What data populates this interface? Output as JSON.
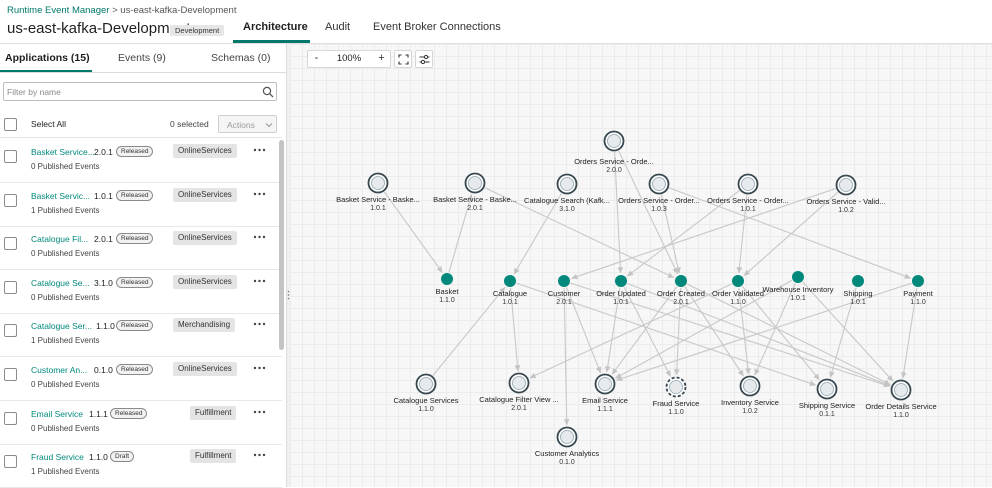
{
  "header": {
    "breadcrumb_link": "Runtime Event Manager",
    "breadcrumb_sep": ">",
    "breadcrumb_current": "us-east-kafka-Development",
    "title": "us-east-kafka-Development",
    "env_badge": "Development",
    "tabs": [
      {
        "label": "Architecture",
        "active": true
      },
      {
        "label": "Audit",
        "active": false
      },
      {
        "label": "Event Broker Connections",
        "active": false
      }
    ]
  },
  "left_panel": {
    "tabs": [
      {
        "label": "Applications (15)",
        "active": true
      },
      {
        "label": "Events (9)",
        "active": false
      },
      {
        "label": "Schemas (0)",
        "active": false
      }
    ],
    "filter_placeholder": "Filter by name",
    "select_all_label": "Select All",
    "selected_count": "0 selected",
    "actions_label": "Actions",
    "applications": [
      {
        "name": "Basket Service...",
        "version": "2.0.1",
        "state": "Released",
        "domain": "OnlineServices",
        "events": "0 Published Events"
      },
      {
        "name": "Basket Servic...",
        "version": "1.0.1",
        "state": "Released",
        "domain": "OnlineServices",
        "events": "1 Published Events"
      },
      {
        "name": "Catalogue Fil...",
        "version": "2.0.1",
        "state": "Released",
        "domain": "OnlineServices",
        "events": "0 Published Events"
      },
      {
        "name": "Catalogue Se...",
        "version": "3.1.0",
        "state": "Released",
        "domain": "OnlineServices",
        "events": "0 Published Events"
      },
      {
        "name": "Catalogue Ser...",
        "version": "1.1.0",
        "state": "Released",
        "domain": "Merchandising",
        "events": "1 Published Events"
      },
      {
        "name": "Customer An...",
        "version": "0.1.0",
        "state": "Released",
        "domain": "OnlineServices",
        "events": "0 Published Events"
      },
      {
        "name": "Email Service",
        "version": "1.1.1",
        "state": "Released",
        "domain": "Fulfillment",
        "events": "0 Published Events"
      },
      {
        "name": "Fraud Service",
        "version": "1.1.0",
        "state": "Draft",
        "domain": "Fulfillment",
        "events": "1 Published Events"
      }
    ]
  },
  "canvas": {
    "zoom_out": "-",
    "zoom_level": "100%",
    "zoom_in": "+",
    "colors": {
      "event": "#00897b",
      "app_ring": "#37474f",
      "edge": "#c8c8c8"
    },
    "nodes": [
      {
        "id": "orders-service-top",
        "kind": "app",
        "label": "Orders Service - Orde...",
        "version": "2.0.0"
      },
      {
        "id": "basket-1",
        "kind": "app",
        "label": "Basket Service - Baske...",
        "version": "1.0.1"
      },
      {
        "id": "basket-2",
        "kind": "app",
        "label": "Basket Service - Baske...",
        "version": "2.0.1"
      },
      {
        "id": "catalogue-search",
        "kind": "app",
        "label": "Catalogue Search (Kafk...",
        "version": "3.1.0"
      },
      {
        "id": "orders-2",
        "kind": "app",
        "label": "Orders Service - Order...",
        "version": "1.0.3"
      },
      {
        "id": "orders-3",
        "kind": "app",
        "label": "Orders Service - Order...",
        "version": "1.0.1"
      },
      {
        "id": "orders-valid",
        "kind": "app",
        "label": "Orders Service - Valid...",
        "version": "1.0.2"
      },
      {
        "id": "ev-basket",
        "kind": "event",
        "label": "Basket",
        "version": "1.1.0"
      },
      {
        "id": "ev-catalogue",
        "kind": "event",
        "label": "Catalogue",
        "version": "1.0.1"
      },
      {
        "id": "ev-customer",
        "kind": "event",
        "label": "Customer",
        "version": "2.0.1"
      },
      {
        "id": "ev-order-updated",
        "kind": "event",
        "label": "Order Updated",
        "version": "1.0.1"
      },
      {
        "id": "ev-order-created",
        "kind": "event",
        "label": "Order Created",
        "version": "2.0.1"
      },
      {
        "id": "ev-order-validated",
        "kind": "event",
        "label": "Order Validated",
        "version": "1.1.0"
      },
      {
        "id": "ev-warehouse",
        "kind": "event",
        "label": "Warehouse Inventory",
        "version": "1.0.1"
      },
      {
        "id": "ev-shipping",
        "kind": "event",
        "label": "Shipping",
        "version": "1.0.1"
      },
      {
        "id": "ev-payment",
        "kind": "event",
        "label": "Payment",
        "version": "1.1.0"
      },
      {
        "id": "catalogue-services",
        "kind": "app",
        "label": "Catalogue Services",
        "version": "1.1.0"
      },
      {
        "id": "catalogue-filter",
        "kind": "app",
        "label": "Catalogue Filter View ...",
        "version": "2.0.1"
      },
      {
        "id": "email-service",
        "kind": "app",
        "label": "Email Service",
        "version": "1.1.1"
      },
      {
        "id": "fraud-service",
        "kind": "app",
        "label": "Fraud Service",
        "version": "1.1.0",
        "draft": true
      },
      {
        "id": "inventory-service",
        "kind": "app",
        "label": "Inventory Service",
        "version": "1.0.2"
      },
      {
        "id": "shipping-service",
        "kind": "app",
        "label": "Shipping Service",
        "version": "0.1.1"
      },
      {
        "id": "order-details",
        "kind": "app",
        "label": "Order Details Service",
        "version": "1.1.0"
      },
      {
        "id": "customer-analytics",
        "kind": "app",
        "label": "Customer Analytics",
        "version": "0.1.0"
      }
    ],
    "edges": [
      [
        "basket-1",
        "ev-basket"
      ],
      [
        "ev-basket",
        "basket-2"
      ],
      [
        "catalogue-search",
        "ev-catalogue"
      ],
      [
        "ev-catalogue",
        "catalogue-filter"
      ],
      [
        "catalogue-services",
        "ev-catalogue"
      ],
      [
        "orders-service-top",
        "ev-order-updated"
      ],
      [
        "orders-service-top",
        "ev-order-created"
      ],
      [
        "orders-2",
        "ev-order-created"
      ],
      [
        "orders-3",
        "ev-order-updated"
      ],
      [
        "orders-3",
        "ev-order-validated"
      ],
      [
        "orders-valid",
        "ev-customer"
      ],
      [
        "orders-valid",
        "ev-order-validated"
      ],
      [
        "basket-2",
        "ev-order-created"
      ],
      [
        "orders-2",
        "ev-payment"
      ],
      [
        "ev-customer",
        "customer-analytics"
      ],
      [
        "ev-customer",
        "email-service"
      ],
      [
        "ev-customer",
        "order-details"
      ],
      [
        "ev-catalogue",
        "shipping-service"
      ],
      [
        "ev-order-updated",
        "fraud-service"
      ],
      [
        "ev-order-updated",
        "email-service"
      ],
      [
        "ev-order-updated",
        "order-details"
      ],
      [
        "ev-order-created",
        "fraud-service"
      ],
      [
        "ev-order-created",
        "inventory-service"
      ],
      [
        "ev-order-created",
        "email-service"
      ],
      [
        "ev-order-created",
        "order-details"
      ],
      [
        "ev-order-validated",
        "catalogue-filter"
      ],
      [
        "ev-order-validated",
        "shipping-service"
      ],
      [
        "ev-order-validated",
        "inventory-service"
      ],
      [
        "ev-warehouse",
        "inventory-service"
      ],
      [
        "ev-warehouse",
        "email-service"
      ],
      [
        "ev-warehouse",
        "order-details"
      ],
      [
        "ev-shipping",
        "shipping-service"
      ],
      [
        "ev-payment",
        "email-service"
      ],
      [
        "ev-payment",
        "order-details"
      ]
    ]
  }
}
